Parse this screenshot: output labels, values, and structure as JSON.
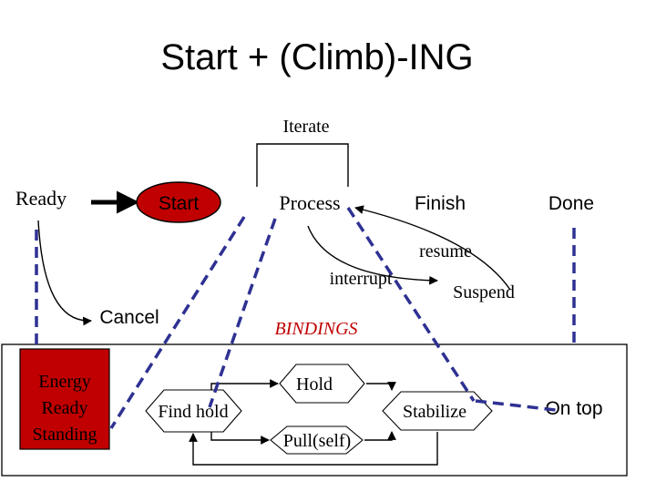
{
  "title": "Start + (Climb)-ING",
  "colors": {
    "state_red": "#c00000",
    "dashed_blue": "#2e3192",
    "bindings_red": "#c00000"
  },
  "nodes": {
    "iterate": "Iterate",
    "ready": "Ready",
    "start": "Start",
    "process": "Process",
    "finish": "Finish",
    "done": "Done",
    "resume": "resume",
    "interrupt": "interrupt",
    "suspend": "Suspend",
    "cancel": "Cancel"
  },
  "bindings_label": "BINDINGS",
  "energy": [
    "Energy",
    "Ready",
    "Standing"
  ],
  "sub": {
    "hold": "Hold",
    "find_hold": "Find hold",
    "stabilize": "Stabilize",
    "pull_self": "Pull(self)",
    "on_top": "On top"
  }
}
